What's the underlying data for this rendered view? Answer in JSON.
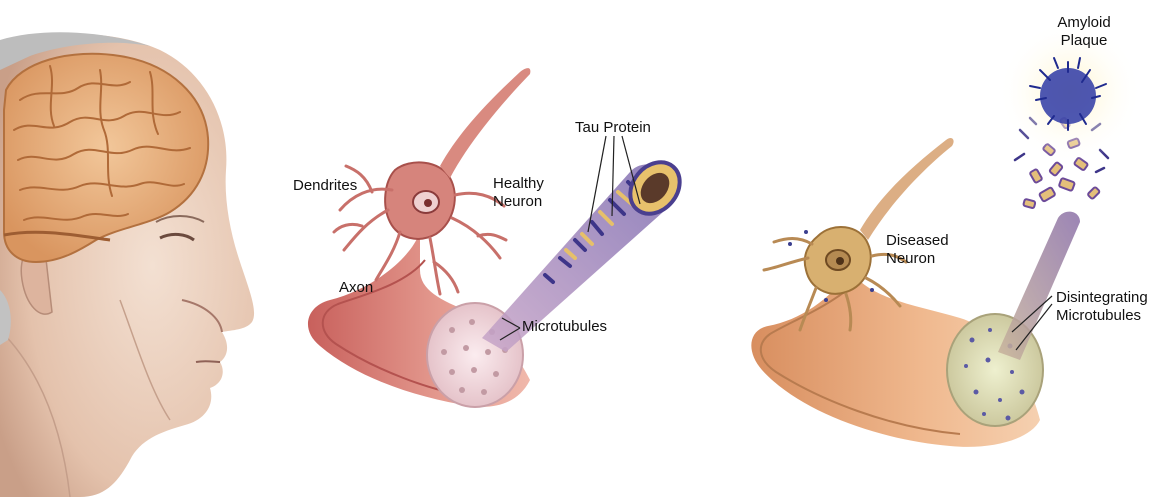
{
  "labels": {
    "dendrites": "Dendrites",
    "healthy_neuron_1": "Healthy",
    "healthy_neuron_2": "Neuron",
    "axon": "Axon",
    "tau_protein": "Tau Protein",
    "microtubules": "Microtubules",
    "diseased_neuron_1": "Diseased",
    "diseased_neuron_2": "Neuron",
    "amyloid_plaque_1": "Amyloid",
    "amyloid_plaque_2": "Plaque",
    "disintegrating_1": "Disintegrating",
    "disintegrating_2": "Microtubules"
  },
  "colors": {
    "skin": "#e8c9b4",
    "brain": "#e9b07c",
    "neuron_healthy": "#d9847a",
    "neuron_diseased": "#d6a276",
    "axon_cut": "#f1dbe0",
    "tau_purple": "#4a3f8f",
    "tau_yellow": "#e7c16c",
    "plaque_blue": "#2a2f9c"
  },
  "icons": [
    "human-head-illustration",
    "brain-illustration",
    "healthy-neuron-illustration",
    "diseased-neuron-illustration",
    "amyloid-plaque-illustration"
  ]
}
